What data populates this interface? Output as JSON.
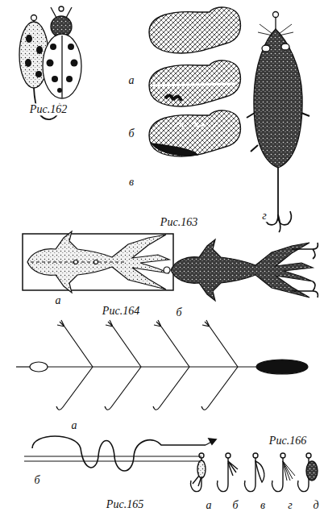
{
  "diagram": {
    "labels": [
      "Рис.162",
      "а",
      "б",
      "в",
      "Рис.163",
      "г",
      "а",
      "Рис.164",
      "б",
      "а",
      "б",
      "Рис.165",
      "а",
      "б",
      "в",
      "г",
      "д",
      "Рис.166"
    ]
  }
}
